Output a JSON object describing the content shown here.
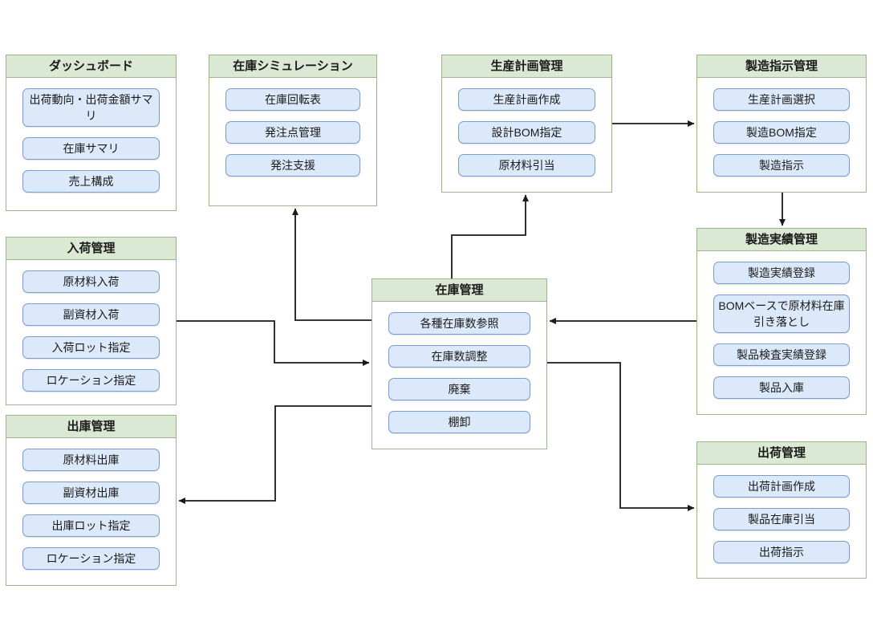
{
  "diagram_title": "",
  "colors": {
    "module_border": "#9bb58b",
    "header_fill": "#dbe8d4",
    "item_fill": "#dbe9fa",
    "item_border": "#7d9cc9",
    "arrow": "#1a1a1a",
    "text": "#1a1a1a",
    "background": "#ffffff"
  },
  "modules": [
    {
      "id": "dashboard",
      "title": "ダッシュボード",
      "items": [
        "出荷動向・出荷金額サマリ",
        "在庫サマリ",
        "売上構成"
      ]
    },
    {
      "id": "inventory-simulation",
      "title": "在庫シミュレーション",
      "items": [
        "在庫回転表",
        "発注点管理",
        "発注支援"
      ]
    },
    {
      "id": "production-plan",
      "title": "生産計画管理",
      "items": [
        "生産計画作成",
        "設計BOM指定",
        "原材料引当"
      ]
    },
    {
      "id": "manufacturing-instruction",
      "title": "製造指示管理",
      "items": [
        "生産計画選択",
        "製造BOM指定",
        "製造指示"
      ]
    },
    {
      "id": "receiving",
      "title": "入荷管理",
      "items": [
        "原材料入荷",
        "副資材入荷",
        "入荷ロット指定",
        "ロケーション指定"
      ]
    },
    {
      "id": "inventory",
      "title": "在庫管理",
      "items": [
        "各種在庫数参照",
        "在庫数調整",
        "廃棄",
        "棚卸"
      ]
    },
    {
      "id": "manufacturing-results",
      "title": "製造実績管理",
      "items": [
        "製造実績登録",
        "BOMベースで原材料在庫引き落とし",
        "製品検査実績登録",
        "製品入庫"
      ]
    },
    {
      "id": "issue",
      "title": "出庫管理",
      "items": [
        "原材料出庫",
        "副資材出庫",
        "出庫ロット指定",
        "ロケーション指定"
      ]
    },
    {
      "id": "shipping",
      "title": "出荷管理",
      "items": [
        "出荷計画作成",
        "製品在庫引当",
        "出荷指示"
      ]
    }
  ],
  "connections": [
    {
      "from": "生産計画管理",
      "to": "製造指示管理"
    },
    {
      "from": "製造指示管理",
      "to": "製造実績管理"
    },
    {
      "from": "製造実績管理",
      "to": "在庫管理"
    },
    {
      "from": "在庫管理",
      "to": "生産計画管理"
    },
    {
      "from": "在庫管理",
      "to": "在庫シミュレーション"
    },
    {
      "from": "入荷管理",
      "to": "在庫管理"
    },
    {
      "from": "在庫管理",
      "to": "出庫管理"
    },
    {
      "from": "在庫管理",
      "to": "出荷管理"
    }
  ]
}
